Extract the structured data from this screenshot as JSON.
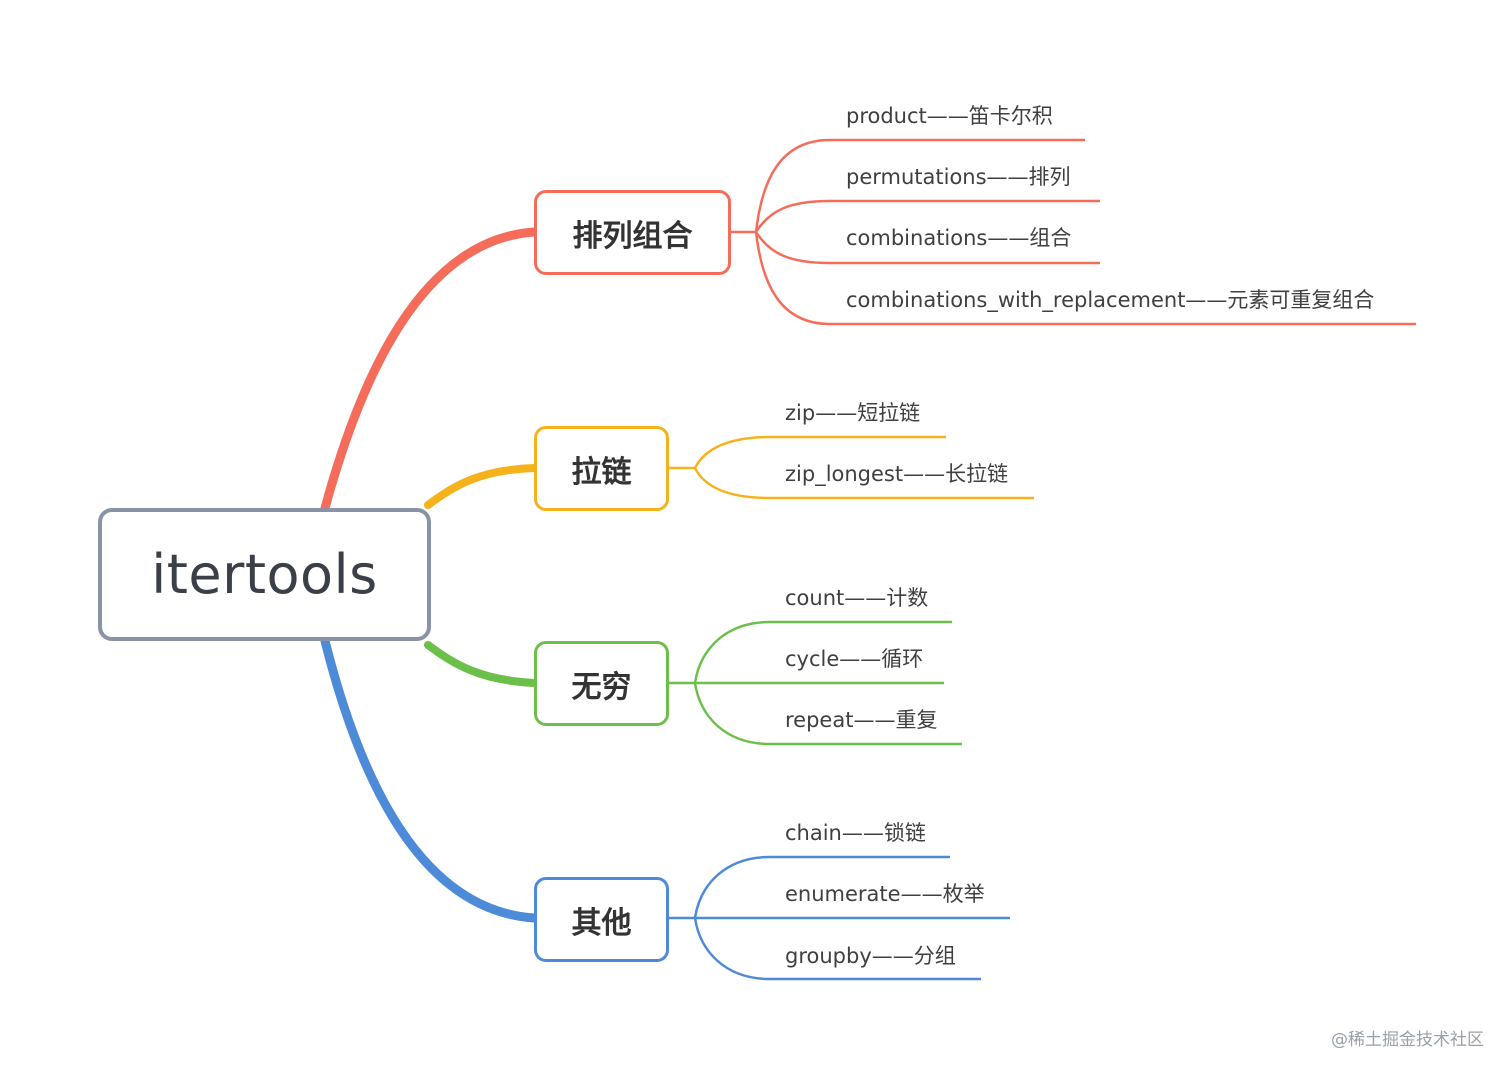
{
  "root": {
    "label": "itertools",
    "color": "#8a93a6"
  },
  "branches": [
    {
      "label": "排列组合",
      "color": "#f56c5b",
      "leaves": [
        "product——笛卡尔积",
        "permutations——排列",
        "combinations——组合",
        "combinations_with_replacement——元素可重复组合"
      ]
    },
    {
      "label": "拉链",
      "color": "#f6b21b",
      "leaves": [
        "zip——短拉链",
        "zip_longest——长拉链"
      ]
    },
    {
      "label": "无穷",
      "color": "#6cc04a",
      "leaves": [
        "count——计数",
        "cycle——循环",
        "repeat——重复"
      ]
    },
    {
      "label": "其他",
      "color": "#4d8bd8",
      "leaves": [
        "chain——锁链",
        "enumerate——枚举",
        "groupby——分组"
      ]
    }
  ],
  "watermark": "@稀土掘金技术社区"
}
